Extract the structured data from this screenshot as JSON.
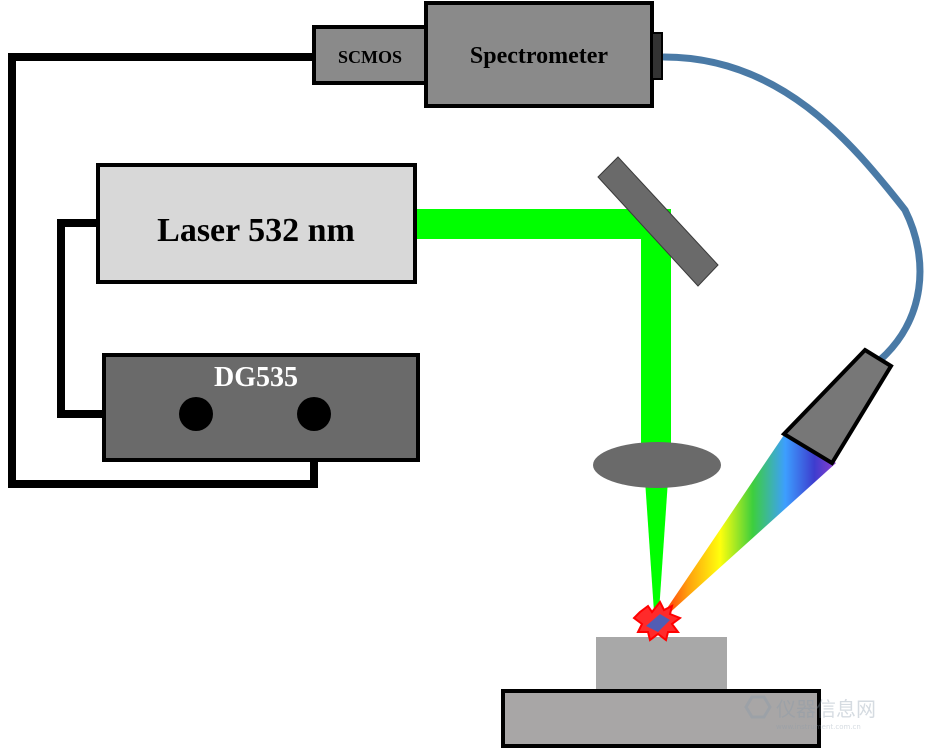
{
  "labels": {
    "scmos": "SCMOS",
    "spectrometer": "Spectrometer",
    "laser": "Laser 532 nm",
    "delay_generator": "DG535"
  },
  "watermark": {
    "text": "仪器信息网",
    "subtext": "www.instrument.com.cn"
  },
  "colors": {
    "laser_beam": "#00ff00",
    "fiber": "#4a7aa6",
    "laser_box": "#d8d8d8",
    "spectrometer_box": "#8a8a8a",
    "scmos_box": "#8a8a8a",
    "dg535_box": "#6a6a6a",
    "mirror": "#6a6a6a",
    "lens": "#6a6a6a",
    "collector": "#777777",
    "sample": "#a8a8a8",
    "stage": "#a8a6a6",
    "plasma": "#ff0000",
    "cable": "#000000"
  }
}
